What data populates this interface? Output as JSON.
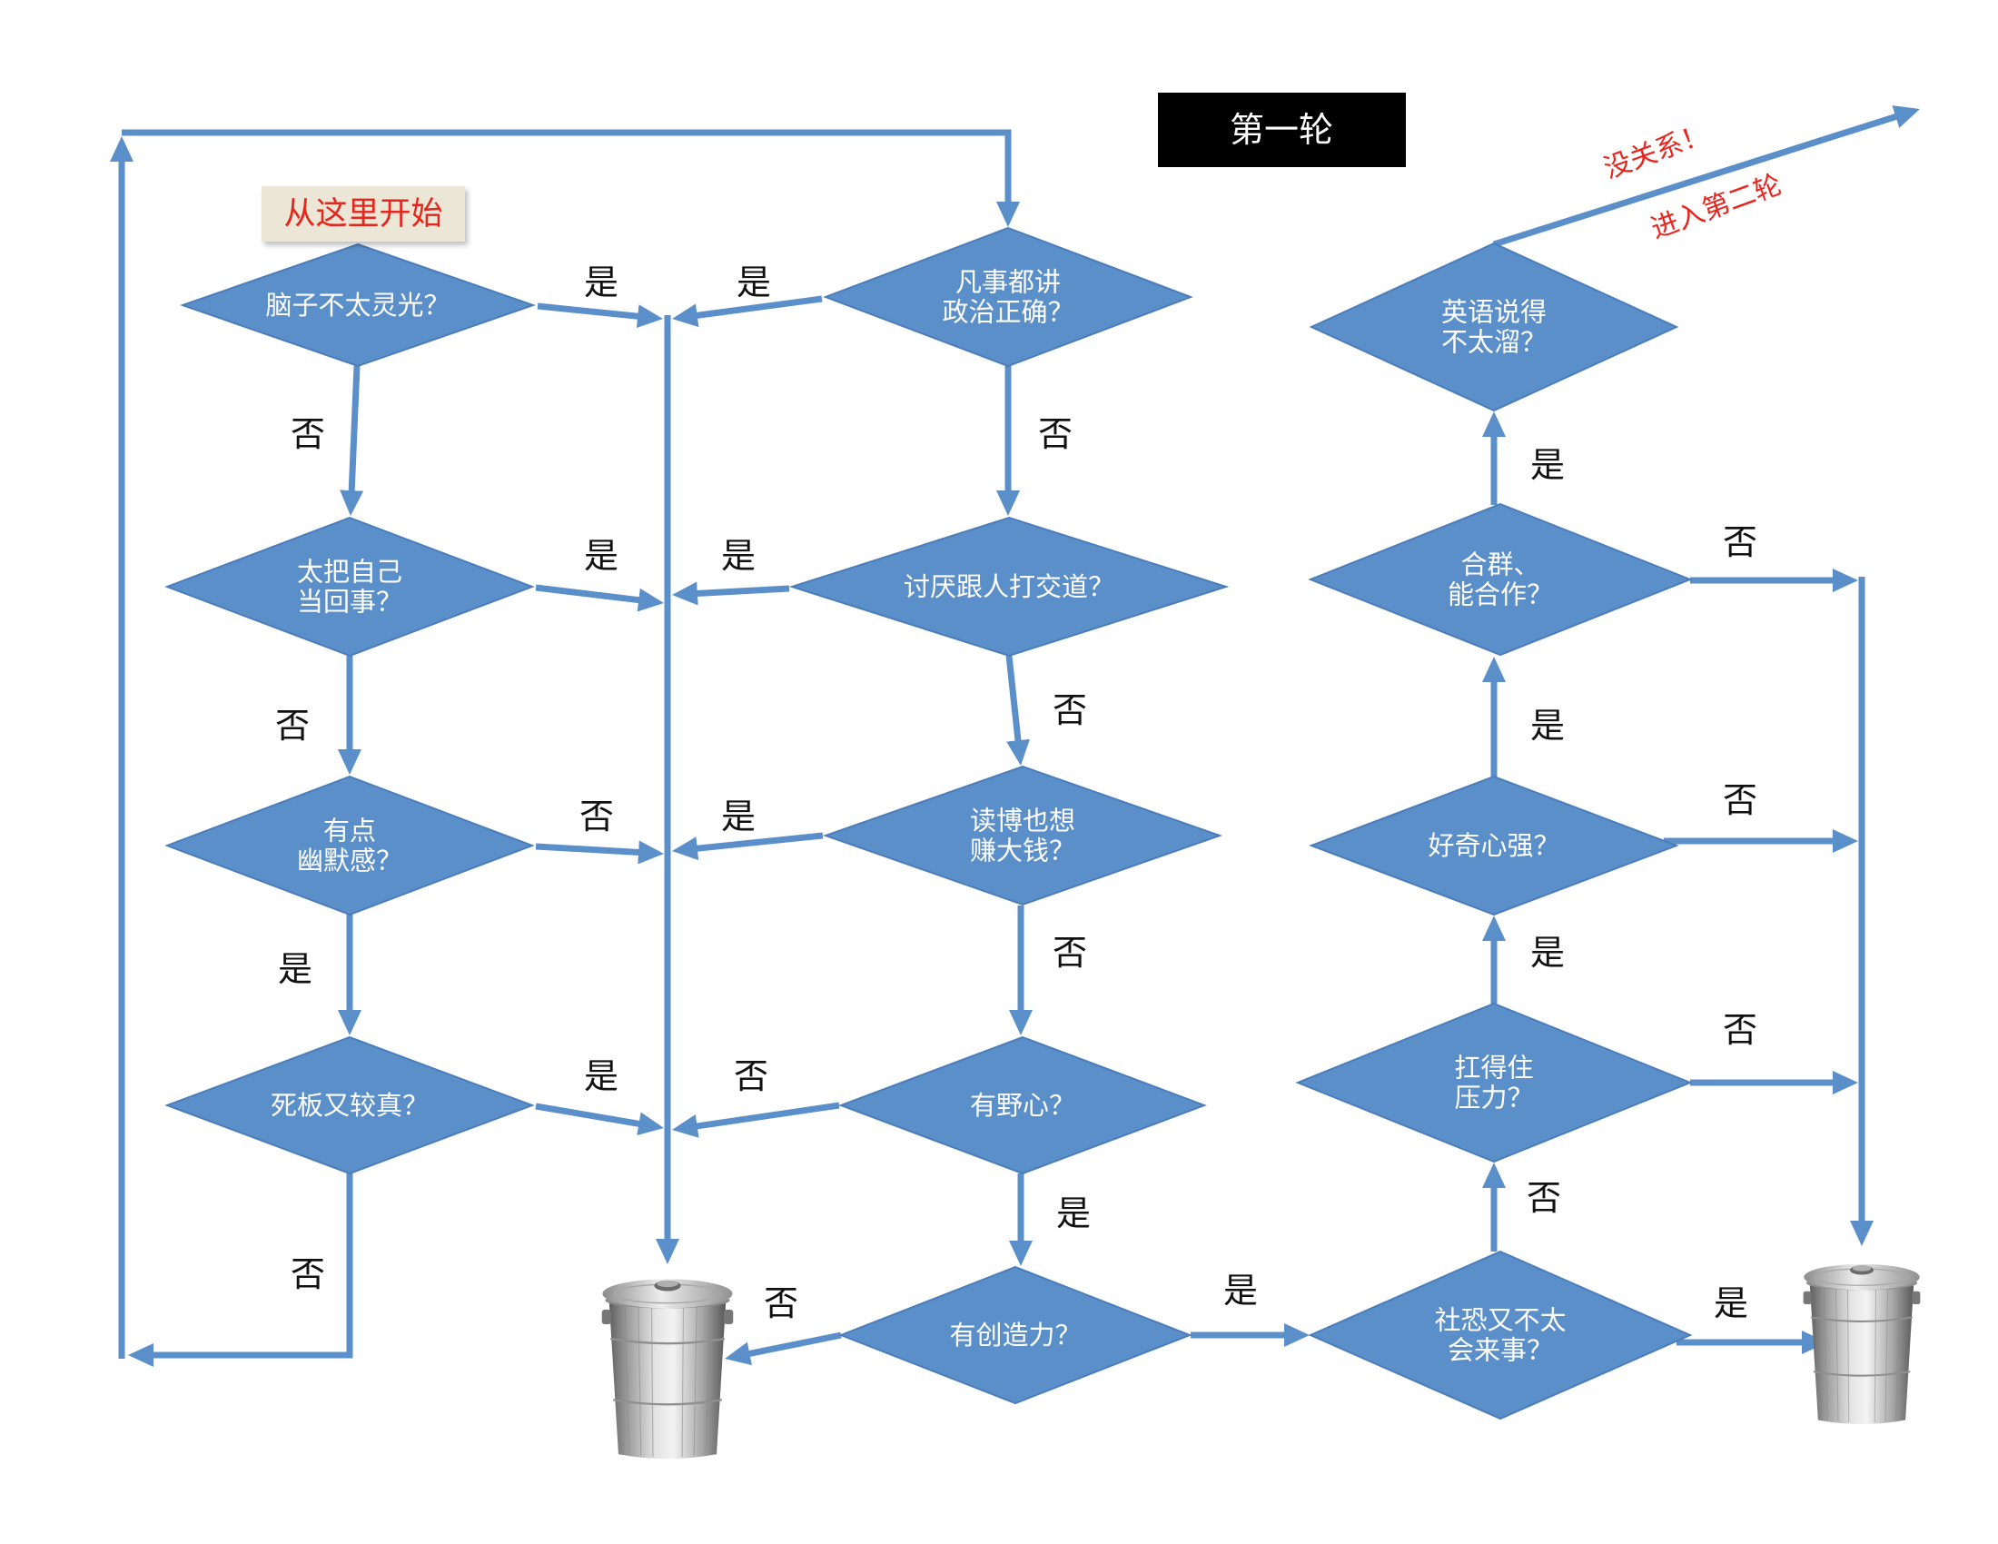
{
  "title": "第一轮",
  "start_label": "从这里开始",
  "nodes": [
    {
      "lines": [
        "脑子不太灵光？"
      ]
    },
    {
      "lines": [
        "太把自己",
        "当回事？"
      ]
    },
    {
      "lines": [
        "有点",
        "幽默感？"
      ]
    },
    {
      "lines": [
        "死板又较真？"
      ]
    },
    {
      "lines": [
        "凡事都讲",
        "政治正确？"
      ]
    },
    {
      "lines": [
        "讨厌跟人打交道？"
      ]
    },
    {
      "lines": [
        "读博也想",
        "赚大钱？"
      ]
    },
    {
      "lines": [
        "有野心？"
      ]
    },
    {
      "lines": [
        "有创造力？"
      ]
    },
    {
      "lines": [
        "英语说得",
        "不太溜？"
      ]
    },
    {
      "lines": [
        "合群、",
        "能合作？"
      ]
    },
    {
      "lines": [
        "好奇心强？"
      ]
    },
    {
      "lines": [
        "扛得住",
        "压力？"
      ]
    },
    {
      "lines": [
        "社恐又不太",
        "会来事？"
      ]
    },
    {
      "icon": "trash-can-icon"
    },
    {
      "icon": "trash-can-icon"
    }
  ],
  "edges": [
    {
      "from": 0,
      "to": 1,
      "label": "否"
    },
    {
      "from": 0,
      "to": 14,
      "label": "是"
    },
    {
      "from": 4,
      "to": 14,
      "label": "是"
    },
    {
      "from": 1,
      "to": 14,
      "label": "是"
    },
    {
      "from": 5,
      "to": 14,
      "label": "是"
    },
    {
      "from": 1,
      "to": 2,
      "label": "否"
    },
    {
      "from": 2,
      "to": 14,
      "label": "否"
    },
    {
      "from": 6,
      "to": 14,
      "label": "是"
    },
    {
      "from": 2,
      "to": 3,
      "label": "是"
    },
    {
      "from": 3,
      "to": 14,
      "label": "是"
    },
    {
      "from": 7,
      "to": 14,
      "label": "否"
    },
    {
      "from": 3,
      "to": 4,
      "label": "否"
    },
    {
      "from": 4,
      "to": 5,
      "label": "否"
    },
    {
      "from": 5,
      "to": 6,
      "label": "否"
    },
    {
      "from": 6,
      "to": 7,
      "label": "否"
    },
    {
      "from": 7,
      "to": 8,
      "label": "是"
    },
    {
      "from": 8,
      "to": 14,
      "label": "否"
    },
    {
      "from": 8,
      "to": 13,
      "label": "是"
    },
    {
      "from": 13,
      "to": 12,
      "label": "否"
    },
    {
      "from": 13,
      "to": 15,
      "label": "是"
    },
    {
      "from": 12,
      "to": 11,
      "label": "是"
    },
    {
      "from": 12,
      "to": 15,
      "label": "否"
    },
    {
      "from": 11,
      "to": 10,
      "label": "是"
    },
    {
      "from": 11,
      "to": 15,
      "label": "否"
    },
    {
      "from": 10,
      "to": 9,
      "label": "是"
    },
    {
      "from": 10,
      "to": 15,
      "label": "否"
    }
  ],
  "exit": {
    "from": 9,
    "lines": [
      "没关系！",
      "进入第二轮"
    ]
  },
  "colors": {
    "node_fill": "#5b8fc9",
    "node_stroke": "#4a7dba",
    "node_text": "#ffffff",
    "edge": "#5b8fc9",
    "label_text": "#111111",
    "start_text": "#e4261d",
    "start_bg": "#ebe6d6",
    "exit_text": "#e8251f",
    "title_bg": "#000000",
    "title_text": "#ffffff"
  }
}
